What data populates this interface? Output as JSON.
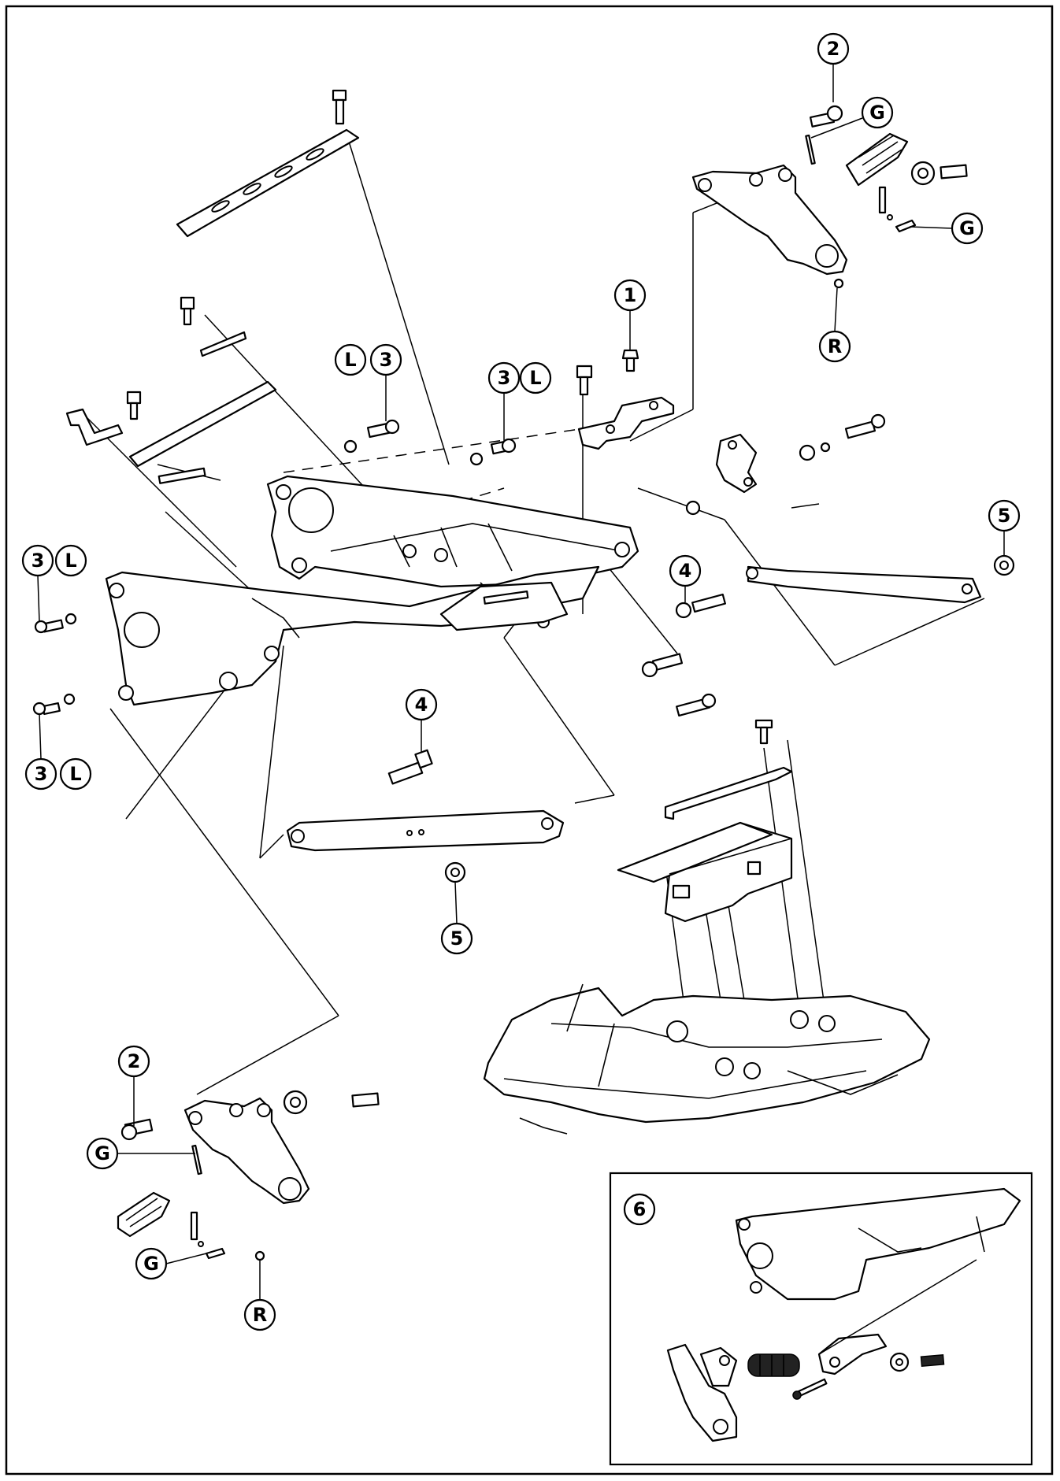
{
  "callouts": {
    "c2_top": "2",
    "g_top": "G",
    "g_top2": "G",
    "r_top": "R",
    "c1": "1",
    "l_a": "L",
    "c3_a": "3",
    "c3_b": "3",
    "l_b": "L",
    "c3_c": "3",
    "l_c": "L",
    "c3_d": "3",
    "l_d": "L",
    "c5_right": "5",
    "c4_mid": "4",
    "c4_low": "4",
    "c5_low": "5",
    "c2_bottom": "2",
    "g_bottom": "G",
    "g_bottom2": "G",
    "r_bottom": "R",
    "c6_inset": "6"
  }
}
